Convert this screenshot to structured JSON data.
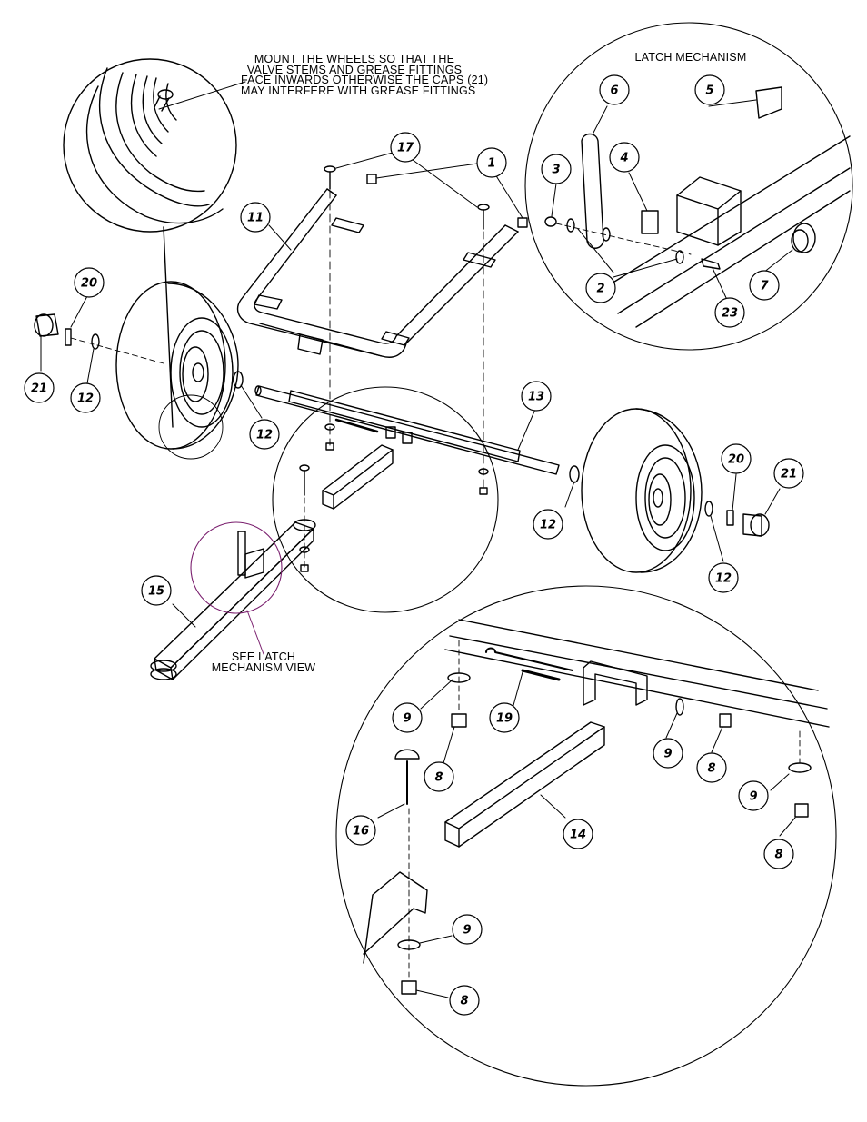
{
  "notes": {
    "wheel_mount": [
      "MOUNT THE WHEELS SO THAT THE",
      "VALVE STEMS AND GREASE FITTINGS",
      "FACE INWARDS OTHERWISE THE CAPS (21)",
      "MAY INTERFERE WITH GREASE FITTINGS"
    ],
    "latch_title": "LATCH MECHANISM",
    "see_latch": [
      "SEE LATCH",
      "MECHANISM VIEW"
    ]
  },
  "callouts": [
    {
      "label": "17"
    },
    {
      "label": "1"
    },
    {
      "label": "11"
    },
    {
      "label": "20"
    },
    {
      "label": "21"
    },
    {
      "label": "12"
    },
    {
      "label": "12"
    },
    {
      "label": "13"
    },
    {
      "label": "20"
    },
    {
      "label": "21"
    },
    {
      "label": "12"
    },
    {
      "label": "12"
    },
    {
      "label": "15"
    },
    {
      "label": "6"
    },
    {
      "label": "5"
    },
    {
      "label": "3"
    },
    {
      "label": "4"
    },
    {
      "label": "2"
    },
    {
      "label": "7"
    },
    {
      "label": "23"
    },
    {
      "label": "9"
    },
    {
      "label": "19"
    },
    {
      "label": "8"
    },
    {
      "label": "9"
    },
    {
      "label": "8"
    },
    {
      "label": "16"
    },
    {
      "label": "14"
    },
    {
      "label": "9"
    },
    {
      "label": "8"
    },
    {
      "label": "9"
    },
    {
      "label": "8"
    }
  ]
}
